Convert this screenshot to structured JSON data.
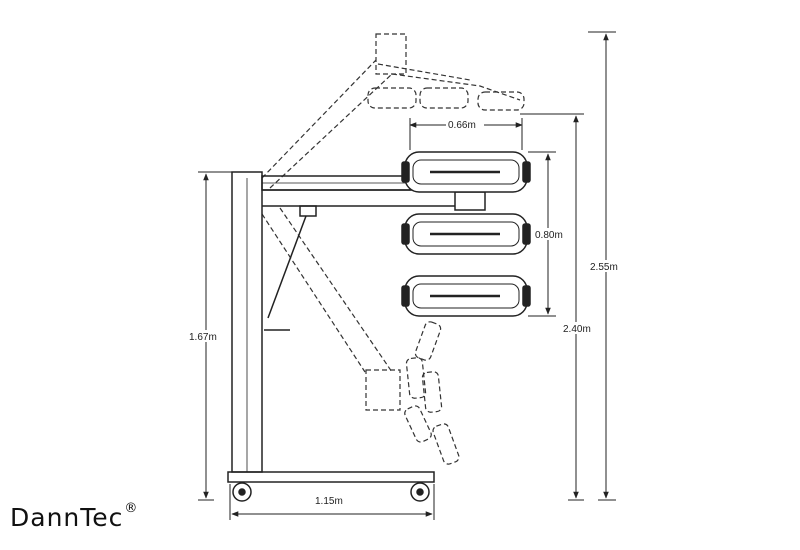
{
  "dimensions": {
    "head_width": "0.66m",
    "heater_stack_height": "0.80m",
    "total_height": "2.55m",
    "heater_top_height": "2.40m",
    "column_height": "1.67m",
    "base_width": "1.15m"
  },
  "brand": {
    "name": "DannTec",
    "mark": "®"
  },
  "colors": {
    "line": "#222222",
    "dashed": "#333333",
    "background": "#ffffff"
  }
}
